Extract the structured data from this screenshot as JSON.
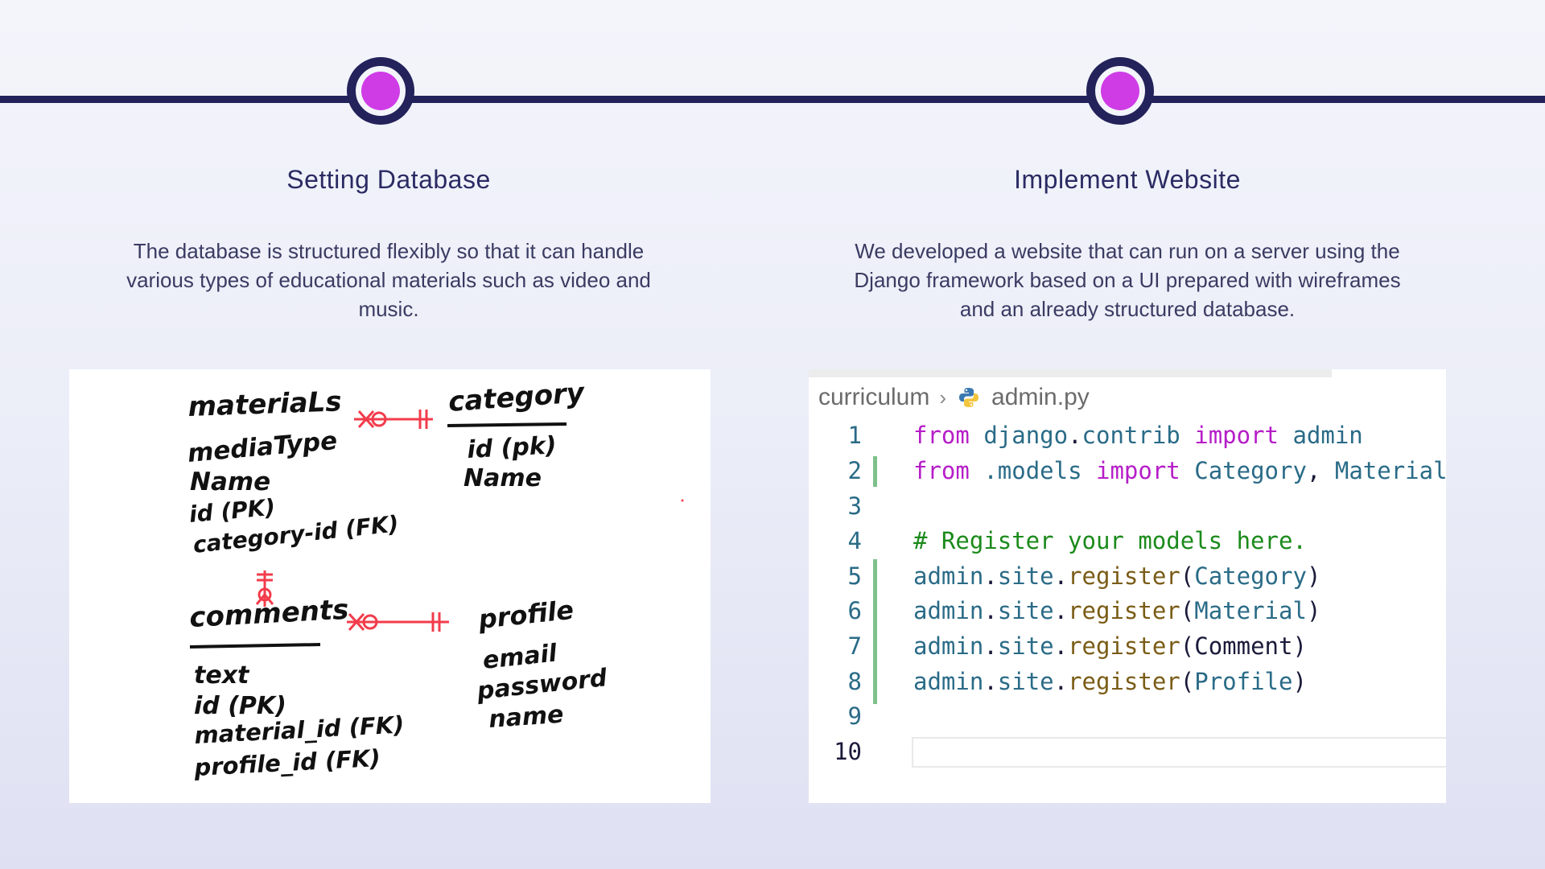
{
  "colors": {
    "accent": "#cf3ce6",
    "line": "#23225a"
  },
  "steps": [
    {
      "title": "Setting Database",
      "description": "The database is structured flexibly so that it can handle various types of educational materials such as video and music."
    },
    {
      "title": "Implement Website",
      "description": "We developed a website that can run on a server using the Django framework based on a UI prepared with wireframes and an already structured database."
    }
  ],
  "erd": {
    "materials": {
      "name": "materiaLs",
      "fields": [
        "mediaType",
        "Name",
        "id (PK)",
        "category-id (FK)"
      ]
    },
    "category": {
      "name": "category",
      "fields": [
        "id (pk)",
        "Name"
      ]
    },
    "comments": {
      "name": "comments",
      "fields": [
        "text",
        "id (PK)",
        "material_id (FK)",
        "profile_id (FK)"
      ]
    },
    "profile": {
      "name": "profile",
      "fields": [
        "email",
        "password",
        "name"
      ]
    }
  },
  "editor": {
    "breadcrumb_folder": "curriculum",
    "breadcrumb_file": "admin.py",
    "file_icon": "python-icon",
    "line_numbers": [
      "1",
      "2",
      "3",
      "4",
      "5",
      "6",
      "7",
      "8",
      "9",
      "10"
    ],
    "lines": {
      "l1": {
        "kw1": "from",
        "mod": "django",
        "dot": ".",
        "mod2": "contrib",
        "kw2": "import",
        "name": "admin"
      },
      "l2": {
        "kw1": "from",
        "mod": ".models",
        "kw2": "import",
        "c1": "Category",
        "comma": ",",
        "c2": "Material"
      },
      "l4": {
        "comment": "# Register your models here."
      },
      "l5": {
        "obj": "admin",
        "attr": "site",
        "fn": "register",
        "arg": "Category"
      },
      "l6": {
        "obj": "admin",
        "attr": "site",
        "fn": "register",
        "arg": "Material"
      },
      "l7": {
        "obj": "admin",
        "attr": "site",
        "fn": "register",
        "arg": "Comment"
      },
      "l8": {
        "obj": "admin",
        "attr": "site",
        "fn": "register",
        "arg": "Profile"
      },
      "dot": ".",
      "lp": "(",
      "rp": ")"
    }
  }
}
